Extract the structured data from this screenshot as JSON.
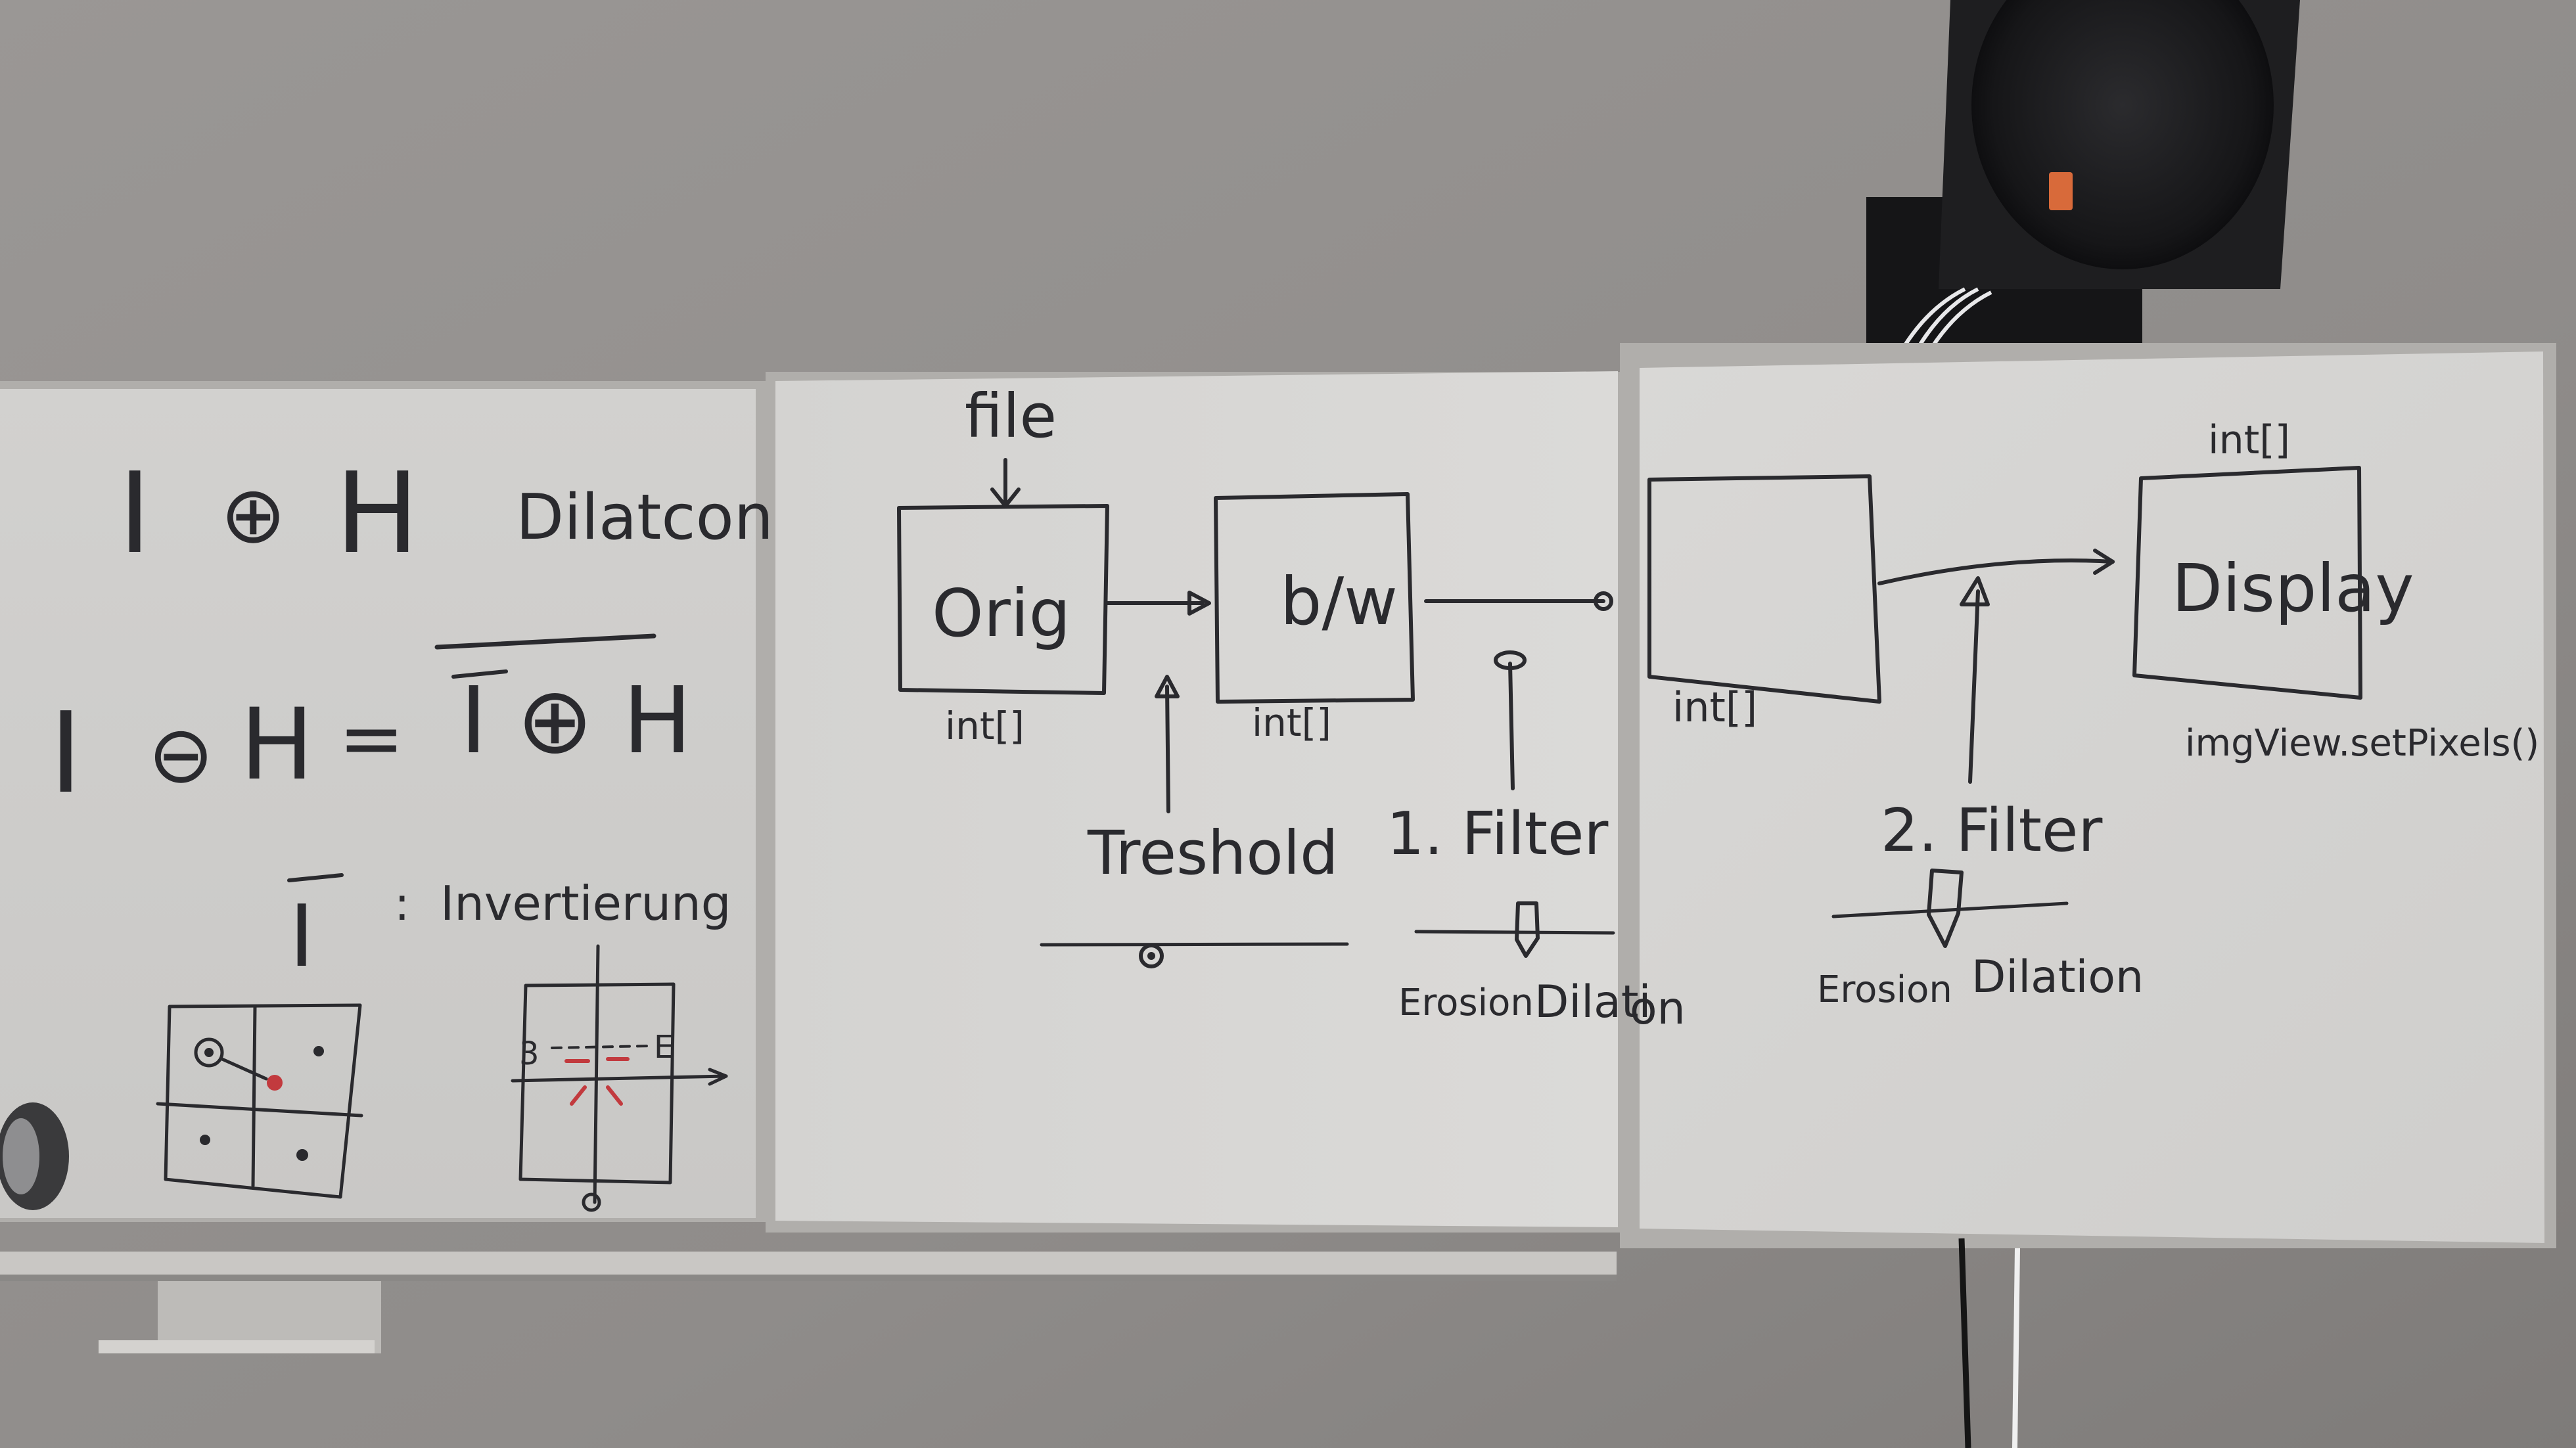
{
  "left_board": {
    "dilation_formula": {
      "lhs": "I",
      "op": "⊕",
      "rhs": "H",
      "label": "Dilatcon"
    },
    "erosion_formula": {
      "lhs": "I",
      "op": "⊖",
      "rhs": "H",
      "equals": "=",
      "right_side": "I ⊕ H"
    },
    "inversion": {
      "symbol": "I",
      "colon": ":",
      "label": "Invertierung"
    },
    "sketch_right": {
      "left_mark": "3",
      "right_mark": "E"
    }
  },
  "middle_board": {
    "file_label": "file",
    "orig_box": {
      "label": "Orig",
      "type": "int[]"
    },
    "bw_box": {
      "label": "b/w",
      "type": "int[]"
    },
    "threshold_label": "Treshold",
    "filter1": {
      "label": "1. Filter",
      "left": "Erosion",
      "right": "Dilati",
      "right_cont": "on"
    }
  },
  "right_board": {
    "result_box": {
      "type": "int[]"
    },
    "display_box": {
      "label": "Display",
      "type_above": "int[]"
    },
    "call_label": "imgView.setPixels()",
    "filter2": {
      "label": "2. Filter",
      "left": "Erosion",
      "right": "Dilation"
    }
  },
  "colors": {
    "wall": "#8c8987",
    "board": "#d6d5d3",
    "ink": "#2a2a2e",
    "red_ink": "#c23a3e",
    "frame": "#a9a7a4",
    "speaker": "#1e1e20"
  }
}
